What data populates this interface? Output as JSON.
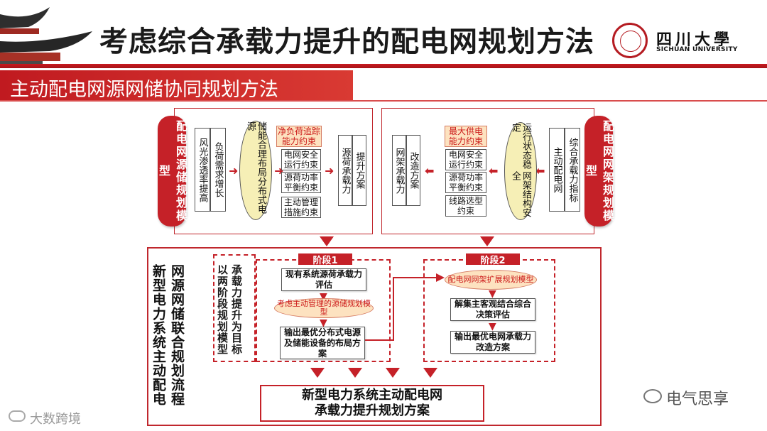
{
  "header": {
    "title": "考虑综合承载力提升的配电网规划方法",
    "logo_cn": "四川大學",
    "logo_en": "SICHUAN UNIVERSITY"
  },
  "banner": {
    "text": "主动配电网源网储协同规划方法"
  },
  "left_model": {
    "label": "配电网源储规划模型",
    "input_box1": "风光渗透率提高",
    "input_box2": "负荷需求增长",
    "oval": "储能合理布局分布式电源",
    "constraints": [
      "净负荷追踪能力约束",
      "电网安全运行约束",
      "源荷功率平衡约束",
      "主动管理措施约束"
    ],
    "output_box1": "提升方案",
    "output_box2": "源荷承载力"
  },
  "right_model": {
    "label": "配电网网架规划模型",
    "input_box1": "综合承载力指标",
    "input_box2": "主动配电网",
    "oval1": "运行状态稳定",
    "oval2": "网架结构安全",
    "constraints": [
      "最大供电能力约束",
      "电网安全运行约束",
      "源荷功率平衡约束",
      "线路选型约束"
    ],
    "output_box1": "改造方案",
    "output_box2": "网架承载力"
  },
  "process": {
    "label_col1": "新型电力系统主动配电",
    "label_col2": "网源网储联合规划流程",
    "twostage_col1": "以两阶段规划模型",
    "twostage_col2": "承载力提升为目标",
    "stage1": {
      "label": "阶段1",
      "step1": "现有系统源荷承载力评估",
      "step2": "考虑主动管理的源储规划模型",
      "step3": "输出最优分布式电源及储能设备的布局方案"
    },
    "stage2": {
      "label": "阶段2",
      "step1": "配电网网架扩展规划模型",
      "step2": "解集主客观结合综合决策评估",
      "step3": "输出最优电网承载力改造方案"
    },
    "final_line1": "新型电力系统主动配电网",
    "final_line2": "承载力提升规划方案"
  },
  "watermark": {
    "wechat": "电气思享",
    "bottom_left": "大数跨境"
  },
  "colors": {
    "accent": "#c52128",
    "highlight_fill": "#fde2c0",
    "oval_fill": "#f6efb6"
  }
}
